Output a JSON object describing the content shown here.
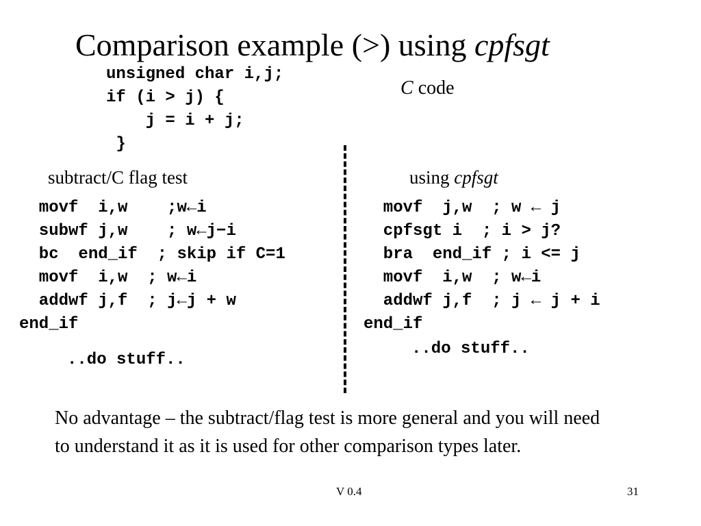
{
  "title": {
    "text": "Comparison example (>) using ",
    "emph": "cpfsgt"
  },
  "c_code": {
    "lines": [
      "unsigned char i,j;",
      "if (i > j) {",
      "    j = i + j;",
      " }"
    ],
    "label_emph": "C",
    "label_text": " code"
  },
  "left": {
    "heading": "subtract/C flag test",
    "lines": [
      "  movf  i,w    ;w←i",
      "  subwf j,w    ; w←j−i",
      "  bc  end_if  ; skip if C=1",
      "  movf  i,w  ; w←i",
      "  addwf j,f  ; j←j + w",
      "end_if"
    ],
    "do_stuff": "..do stuff.."
  },
  "right": {
    "heading_text": "using ",
    "heading_emph": "cpfsgt",
    "lines": [
      "  movf  j,w  ; w ← j",
      "  cpfsgt i  ; i > j?",
      "  bra  end_if ; i <= j",
      "  movf  i,w  ; w←i",
      "  addwf j,f  ; j ← j + i",
      "end_if"
    ],
    "do_stuff": "..do stuff.."
  },
  "summary": "No advantage – the subtract/flag test is more general and you will need to understand it as it is used for other comparison types later.",
  "footer": {
    "version": "V 0.4",
    "page": "31"
  }
}
